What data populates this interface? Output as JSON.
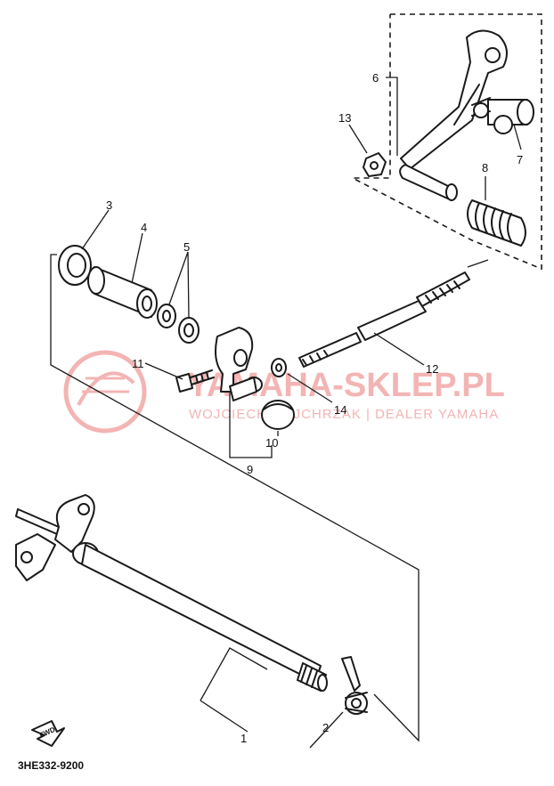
{
  "diagram": {
    "callouts": {
      "c1": "1",
      "c2": "2",
      "c3": "3",
      "c4": "4",
      "c5": "5",
      "c6": "6",
      "c7": "7",
      "c8": "8",
      "c9": "9",
      "c10": "10",
      "c11": "11",
      "c12": "12",
      "c13": "13",
      "c14": "14"
    },
    "fwd_label": "FWD",
    "code": "3HE332-9200"
  },
  "watermark": {
    "main": "YAMAHA-SKLEP.PL",
    "sub": "WOJCIECH MAJCHRZAK | DEALER YAMAHA"
  },
  "colors": {
    "ink": "#1a1a1a",
    "watermark": "#f3b4b4",
    "background": "#ffffff"
  }
}
